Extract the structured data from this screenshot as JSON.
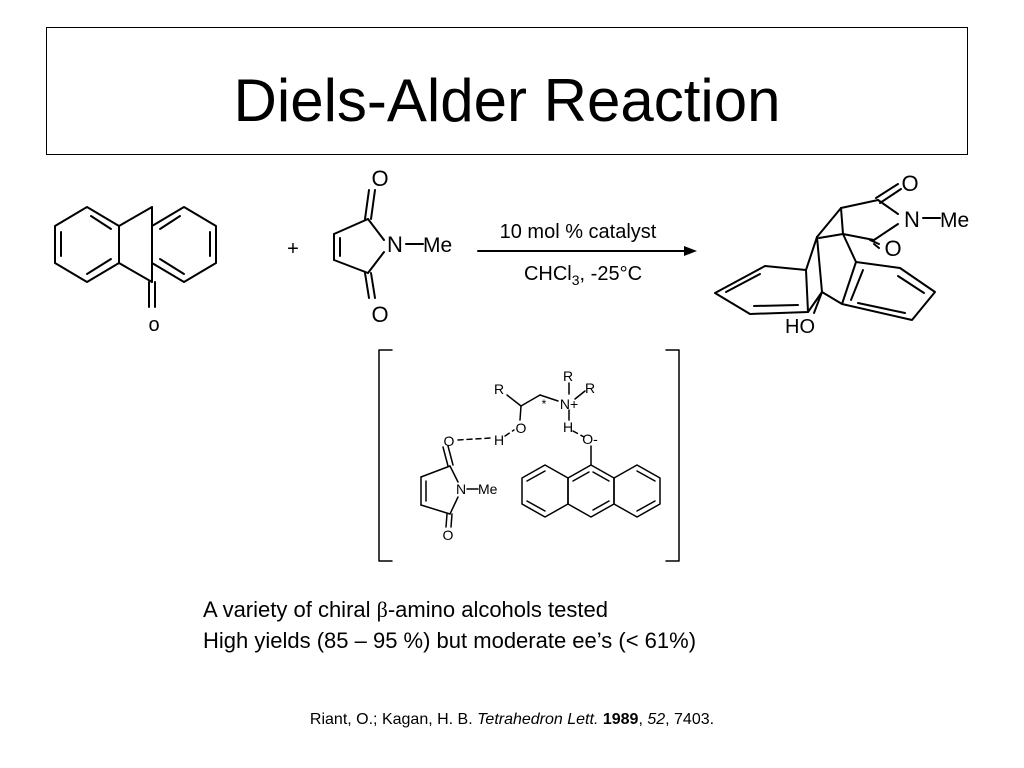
{
  "slide": {
    "title": "Diels-Alder Reaction"
  },
  "scheme": {
    "plus": "+",
    "reagent_conditions": "10 mol % catalyst",
    "solvent_prefix": "CHCl",
    "solvent_subscript": "3",
    "solvent_suffix": ", -25°C",
    "anthrone_oxygen": "o",
    "maleimide": {
      "o_top": "O",
      "o_bottom": "O",
      "n": "N",
      "substituent": "Me"
    },
    "product": {
      "o_top": "O",
      "o_mid": "O",
      "n": "N",
      "substituent": "Me",
      "hydroxyl": "HO"
    }
  },
  "transition_state": {
    "r_left": "R",
    "r_top": "R",
    "r_right": "R",
    "n_plus": "N+",
    "star": "*",
    "o_alcohol": "O",
    "h_alcohol": "H",
    "h_ammonium": "H",
    "o_anion": "O-",
    "maleimide_o_top": "O",
    "maleimide_n": "N",
    "maleimide_me": "Me",
    "maleimide_o_bottom": "O"
  },
  "notes": {
    "line1_prefix": "A variety of  chiral ",
    "beta": "β",
    "line1_suffix": "-amino alcohols tested",
    "line2": "High yields (85 – 95 %) but moderate ee’s (< 61%)"
  },
  "citation": {
    "authors": "Riant, O.; Kagan, H. B. ",
    "journal": "Tetrahedron Lett.",
    "year": "1989",
    "volume": "52",
    "pages": "7403."
  }
}
